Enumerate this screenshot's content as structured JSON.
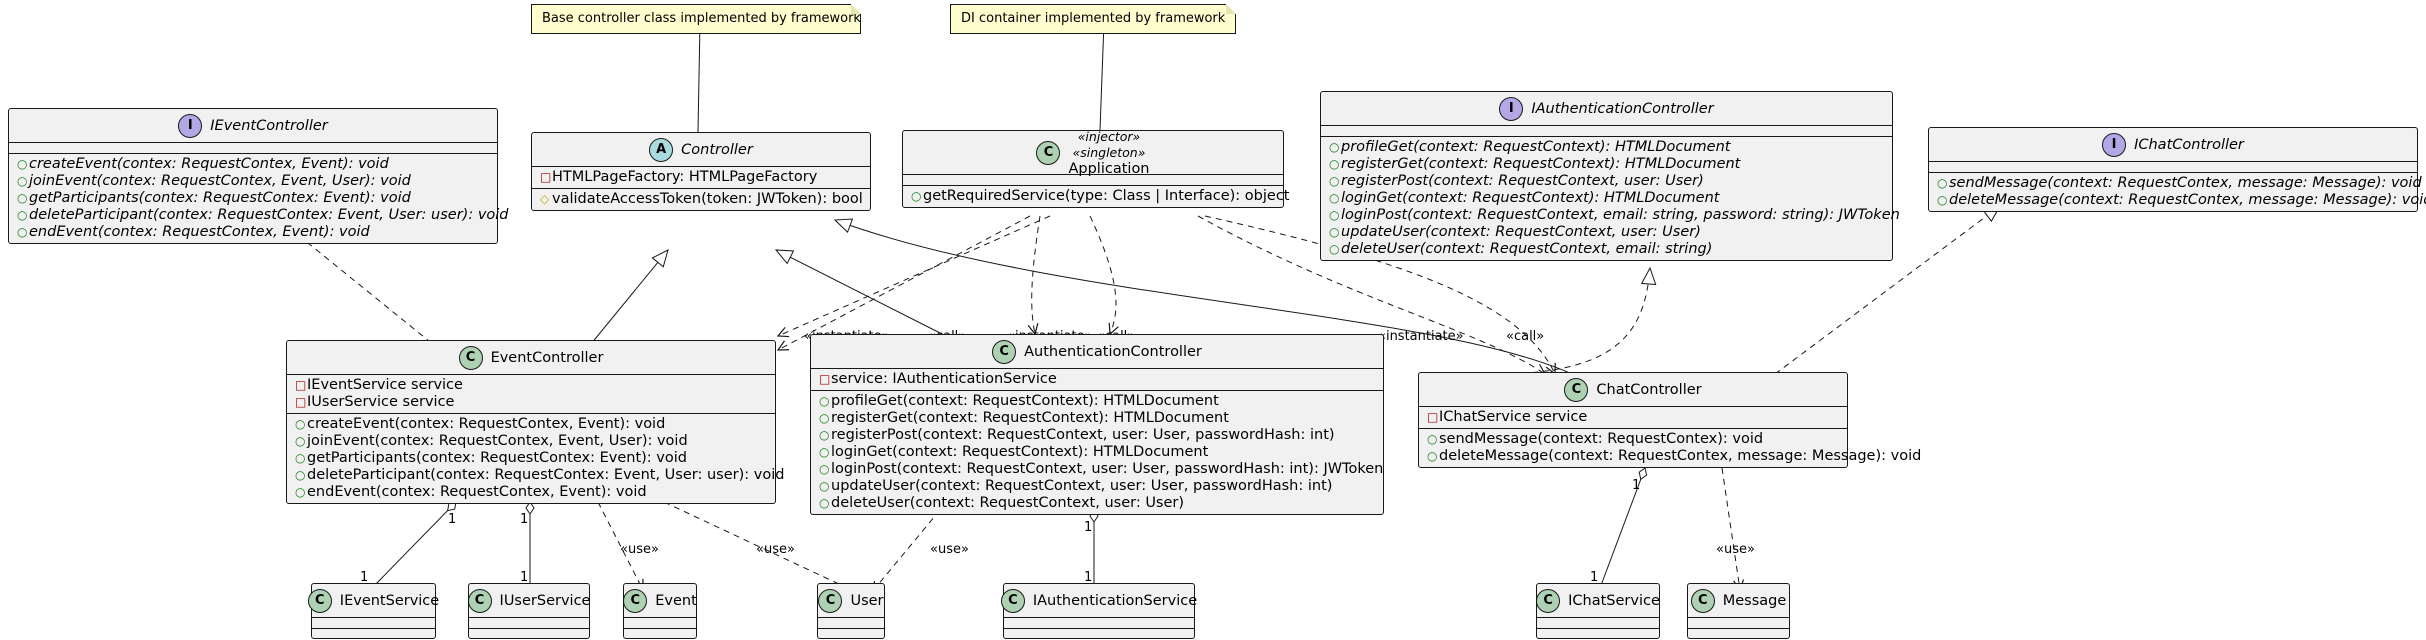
{
  "notes": {
    "controller_note": "Base controller class implemented by framework",
    "application_note": "DI container implemented by framework"
  },
  "classes": {
    "ieventcontroller": {
      "kind": "I",
      "name": "IEventController",
      "methods": [
        "createEvent(contex: RequestContex, Event): void",
        "joinEvent(contex: RequestContex, Event, User): void",
        "getParticipants(contex: RequestContex: Event): void",
        "deleteParticipant(contex: RequestContex: Event, User: user): void",
        "endEvent(contex: RequestContex, Event): void"
      ]
    },
    "controller": {
      "kind": "A",
      "name": "Controller",
      "fields": [
        "HTMLPageFactory: HTMLPageFactory"
      ],
      "methods": [
        "validateAccessToken(token: JWToken): bool"
      ]
    },
    "application": {
      "kind": "C",
      "name": "Application",
      "stereotypes": [
        "«injector»",
        "«singleton»"
      ],
      "methods": [
        "getRequiredService(type: Class | Interface): object"
      ]
    },
    "iauthenticationcontroller": {
      "kind": "I",
      "name": "IAuthenticationController",
      "methods": [
        "profileGet(context: RequestContext): HTMLDocument",
        "registerGet(context: RequestContext): HTMLDocument",
        "registerPost(context: RequestContext, user: User)",
        "loginGet(context: RequestContext): HTMLDocument",
        "loginPost(context: RequestContext, email: string, password: string): JWToken",
        "updateUser(context: RequestContext, user: User)",
        "deleteUser(context: RequestContext, email: string)"
      ]
    },
    "ichatcontroller": {
      "kind": "I",
      "name": "IChatController",
      "methods": [
        "sendMessage(context: RequestContex, message: Message): void",
        "deleteMessage(context: RequestContex, message: Message): void"
      ]
    },
    "eventcontroller": {
      "kind": "C",
      "name": "EventController",
      "fields": [
        "IEventService service",
        "IUserService service"
      ],
      "methods": [
        "createEvent(contex: RequestContex, Event): void",
        "joinEvent(contex: RequestContex, Event, User): void",
        "getParticipants(contex: RequestContex: Event): void",
        "deleteParticipant(contex: RequestContex: Event, User: user): void",
        "endEvent(contex: RequestContex, Event): void"
      ]
    },
    "authenticationcontroller": {
      "kind": "C",
      "name": "AuthenticationController",
      "fields": [
        "service: IAuthenticationService"
      ],
      "methods": [
        "profileGet(context: RequestContext): HTMLDocument",
        "registerGet(context: RequestContext): HTMLDocument",
        "registerPost(context: RequestContext, user: User, passwordHash: int)",
        "loginGet(context: RequestContext): HTMLDocument",
        "loginPost(context: RequestContext,  user: User, passwordHash: int): JWToken",
        "updateUser(context: RequestContext, user: User, passwordHash: int)",
        "deleteUser(context: RequestContext, user: User)"
      ]
    },
    "chatcontroller": {
      "kind": "C",
      "name": "ChatController",
      "fields": [
        "IChatService service"
      ],
      "methods": [
        "sendMessage(context: RequestContex): void",
        "deleteMessage(context: RequestContex, message: Message): void"
      ]
    },
    "ieventservice": {
      "kind": "C",
      "name": "IEventService"
    },
    "iuserservice": {
      "kind": "C",
      "name": "IUserService"
    },
    "event": {
      "kind": "C",
      "name": "Event"
    },
    "user": {
      "kind": "C",
      "name": "User"
    },
    "iauthenticationservice": {
      "kind": "C",
      "name": "IAuthenticationService"
    },
    "ichatservice": {
      "kind": "C",
      "name": "IChatService"
    },
    "message": {
      "kind": "C",
      "name": "Message"
    }
  },
  "relation_labels": {
    "instantiate": "«instantiate»",
    "call": "«call»",
    "use": "«use»",
    "one": "1"
  },
  "colors": {
    "class_bg": "#f1f1f1",
    "note_bg": "#fefece",
    "badge_class": "#add1b2",
    "badge_interface": "#b4a7e5",
    "badge_abstract": "#a9dcdf",
    "line": "#181818"
  }
}
